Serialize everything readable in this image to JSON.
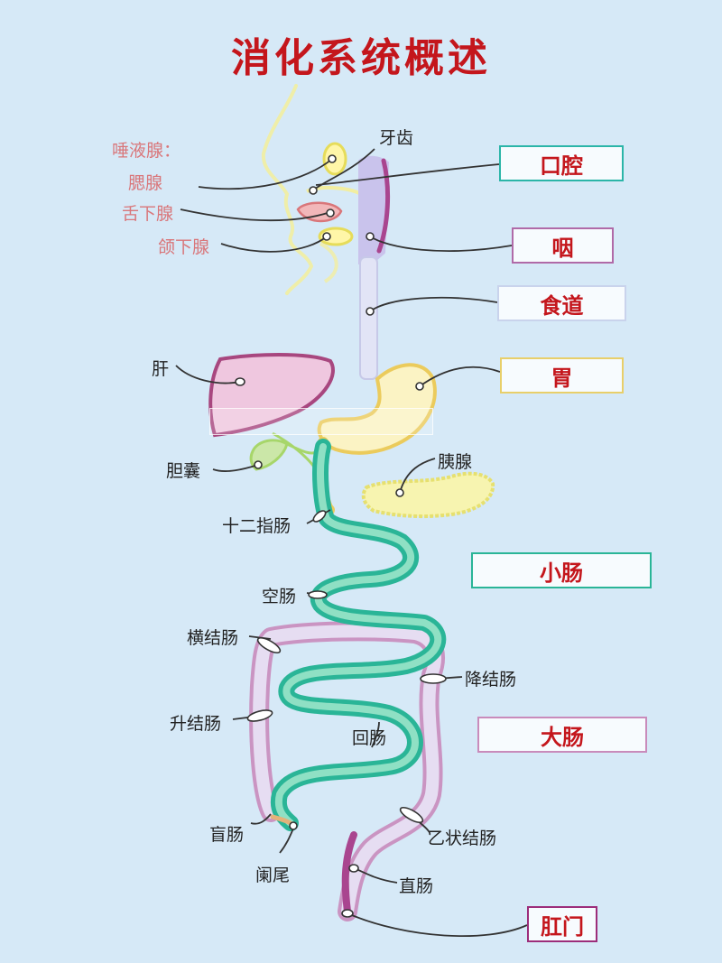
{
  "title": "消化系统概述",
  "gland_labels": {
    "salivary_glands": "唾液腺：",
    "parotid": "腮腺",
    "sublingual": "舌下腺",
    "submandibular": "颌下腺"
  },
  "organ_labels": {
    "teeth": "牙齿",
    "liver": "肝",
    "gallbladder": "胆囊",
    "pancreas": "胰腺",
    "duodenum": "十二指肠",
    "jejunum": "空肠",
    "transverse_colon": "横结肠",
    "descending_colon": "降结肠",
    "ascending_colon": "升结肠",
    "ileum": "回肠",
    "cecum": "盲肠",
    "appendix": "阑尾",
    "sigmoid_colon": "乙状结肠",
    "rectum": "直肠"
  },
  "boxes": {
    "mouth": "口腔",
    "pharynx": "咽",
    "esophagus": "食道",
    "stomach": "胃",
    "small_intestine": "小肠",
    "large_intestine": "大肠",
    "anus": "肛门"
  },
  "colors": {
    "title": "#c4161c",
    "background": "#d6e9f7",
    "mouth_box": "#2bb5a8",
    "pharynx_box": "#b06aa8",
    "esophagus_box": "#c9d3ec",
    "stomach_box": "#e8cf6a",
    "small_intestine_box": "#2ab597",
    "large_intestine_box": "#c98bbb",
    "anus_box": "#9c2d7a"
  }
}
